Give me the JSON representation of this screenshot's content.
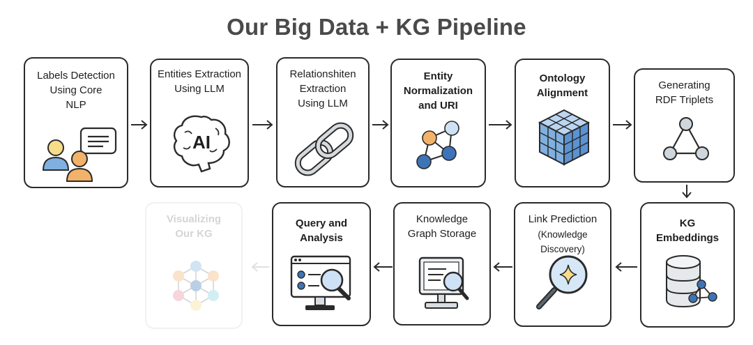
{
  "title": "Our Big Data + KG Pipeline",
  "pipeline": {
    "nodes": [
      {
        "id": "labels",
        "label": "Labels Detection\nUsing Core\nNLP",
        "icon": "people-chat-icon"
      },
      {
        "id": "entities",
        "label": "Entities Extraction\nUsing LLM",
        "icon": "ai-brain-icon",
        "icon_text": "AI"
      },
      {
        "id": "relations",
        "label": "Relationshiten\nExtraction\nUsing LLM",
        "icon": "chain-link-icon"
      },
      {
        "id": "normalization",
        "label": "Entity\nNormalization\nand URI",
        "icon": "graph-nodes-icon"
      },
      {
        "id": "ontology",
        "label": "Ontology\nAlignment",
        "icon": "cube-icon"
      },
      {
        "id": "rdf",
        "label": "Generating\nRDF Triplets",
        "icon": "triangle-graph-icon"
      },
      {
        "id": "embeddings",
        "label": "KG\nEmbeddings",
        "icon": "database-graph-icon"
      },
      {
        "id": "link",
        "label": "Link Prediction",
        "sublabel": "(Knowledge Discovery)",
        "icon": "magnifier-sparkle-icon"
      },
      {
        "id": "storage",
        "label": "Knowledge\nGraph Storage",
        "icon": "monitor-search-icon"
      },
      {
        "id": "query",
        "label": "Query and\nAnalysis",
        "icon": "dashboard-search-icon"
      },
      {
        "id": "visualizing",
        "label": "Visualizing\nOur KG",
        "icon": "network-graph-icon",
        "faded": true
      }
    ]
  },
  "colors": {
    "blue": "#7fb0e0",
    "blue_dark": "#3d74b8",
    "orange": "#f2b26a",
    "yellow": "#f7dc8a",
    "gray_node": "#cfd6dc",
    "stroke": "#2a2a2a",
    "title": "#4a4a4a"
  }
}
